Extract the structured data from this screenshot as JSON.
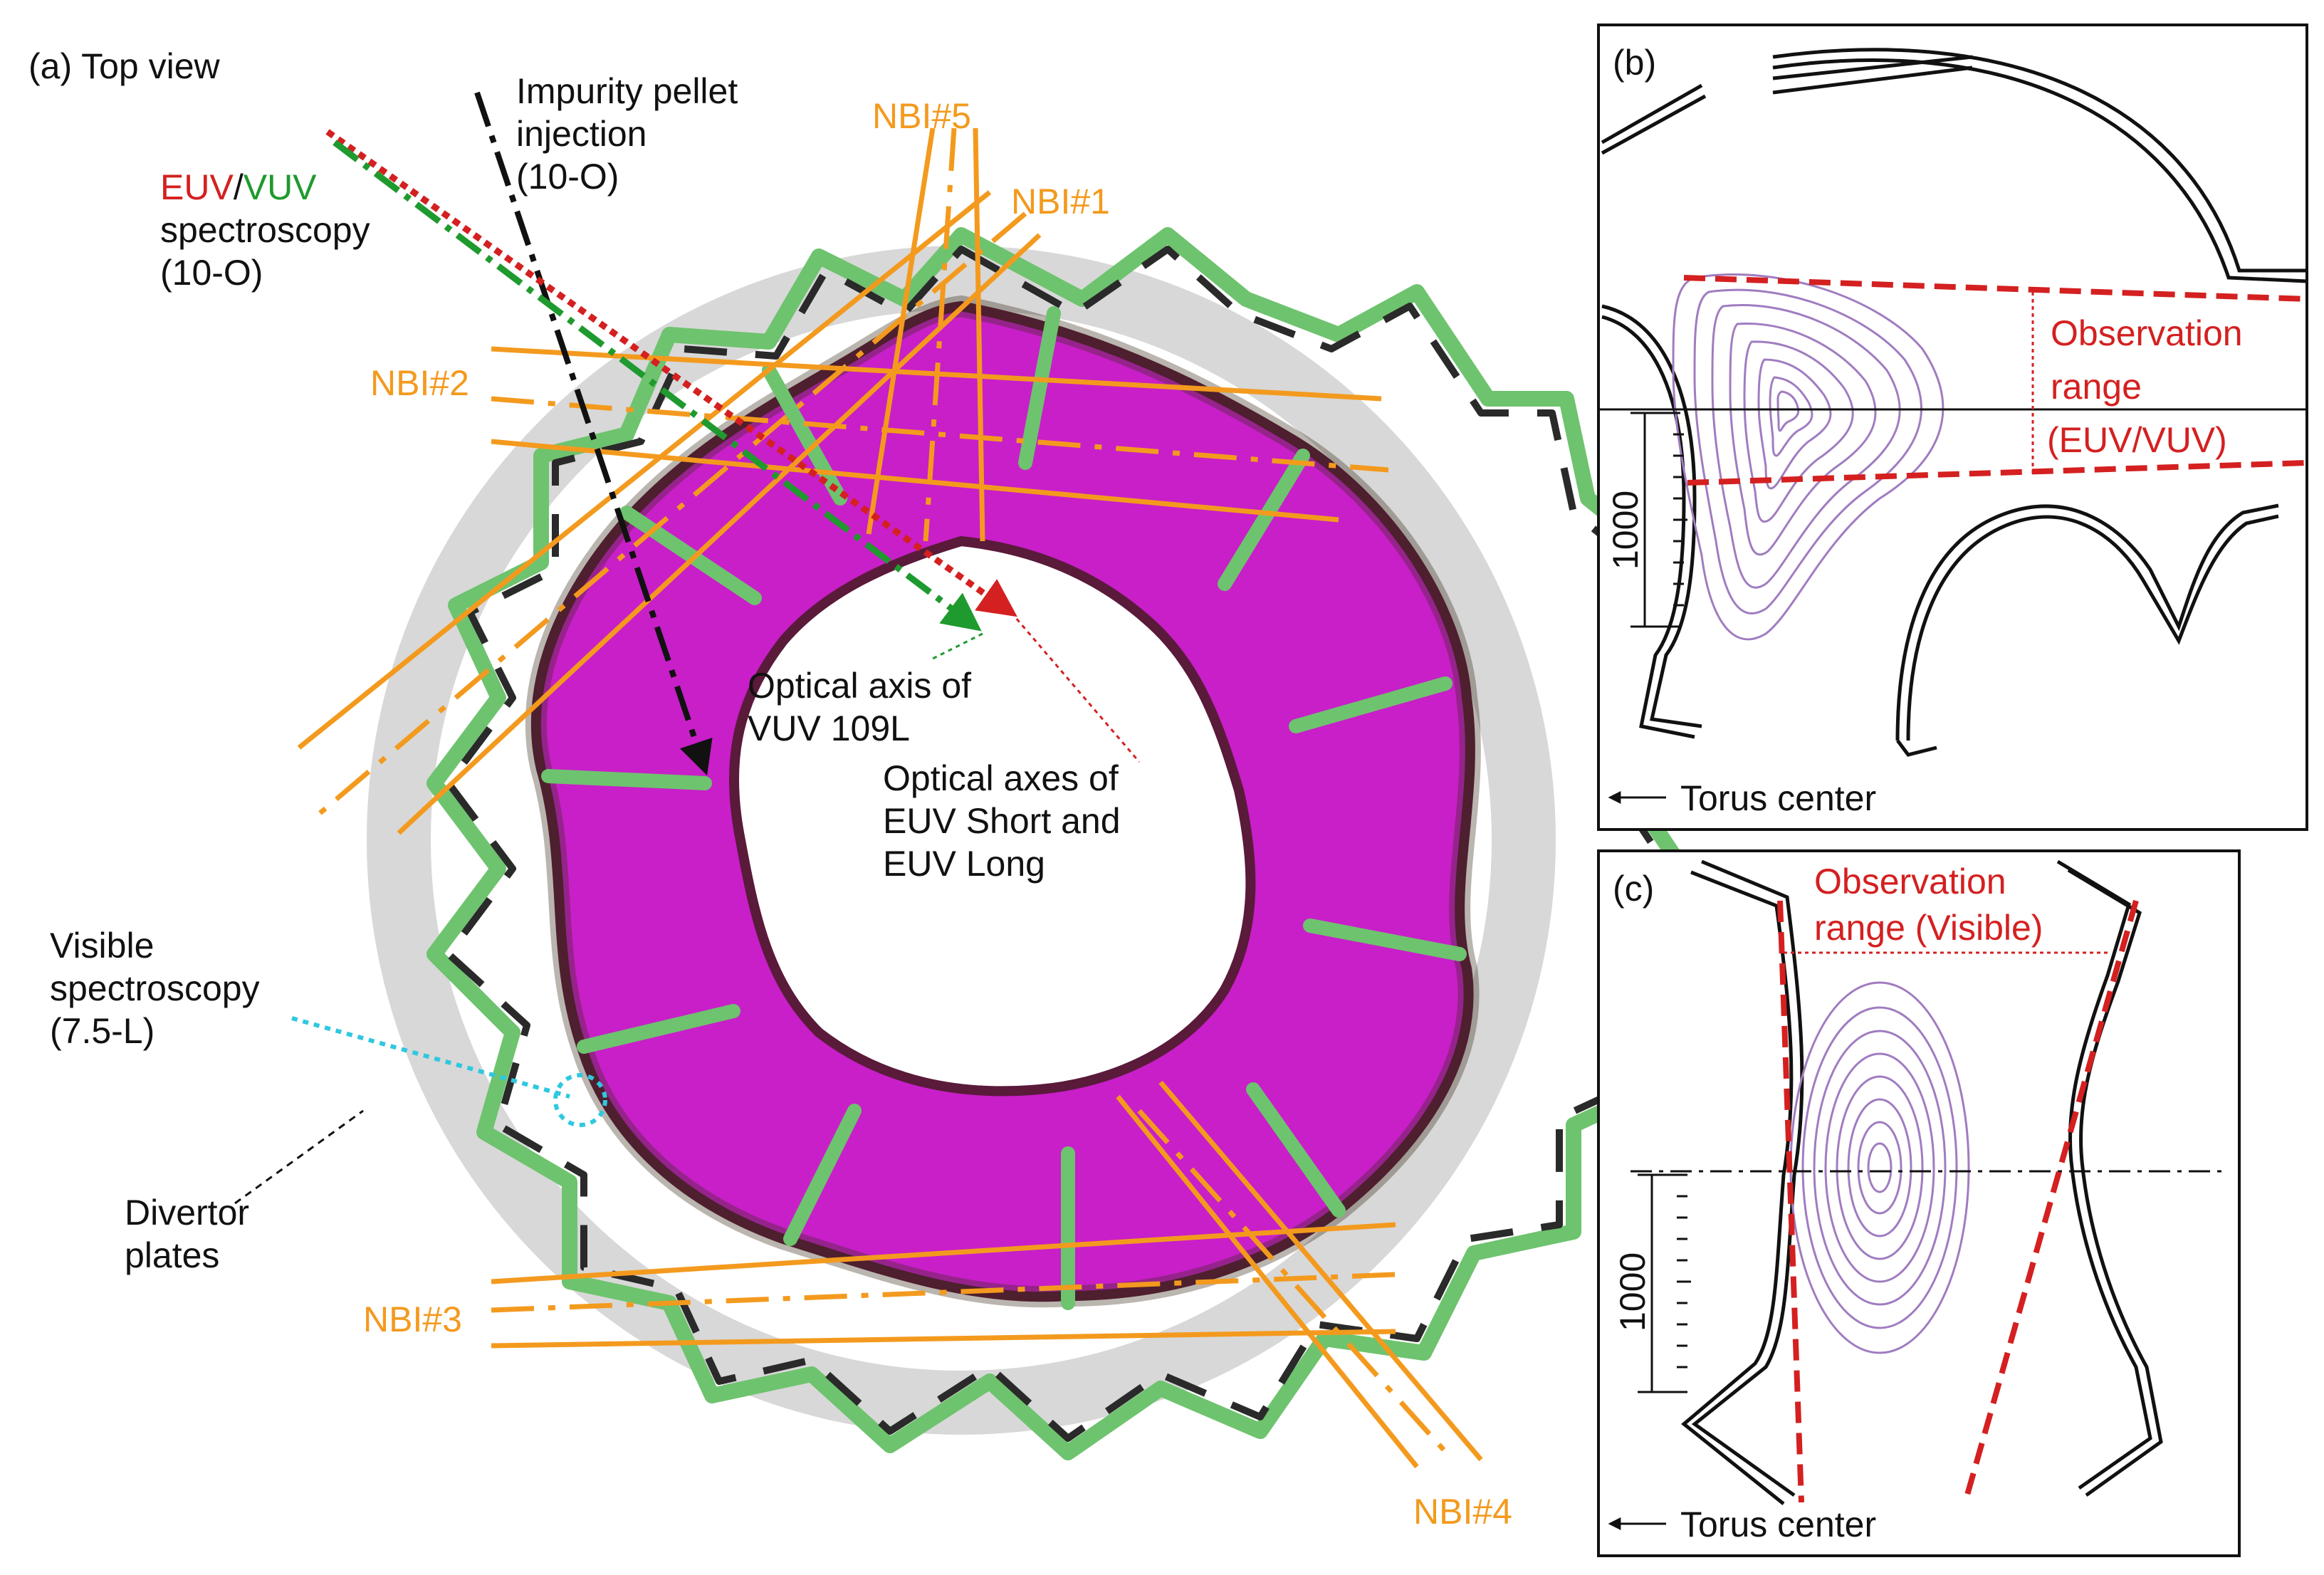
{
  "panel_a": {
    "title": "(a) Top view",
    "pellet": [
      "Impurity pellet",
      "injection",
      "(10-O)"
    ],
    "euv_label": "EUV",
    "slash": "/",
    "vuv_label": "VUV",
    "spectro": [
      "spectroscopy",
      "(10-O)"
    ],
    "nbi1": "NBI#1",
    "nbi2": "NBI#2",
    "nbi3": "NBI#3",
    "nbi4": "NBI#4",
    "nbi5": "NBI#5",
    "vuv_axis": [
      "Optical axis of",
      "VUV 109L"
    ],
    "euv_axes": [
      "Optical axes of",
      "EUV Short and",
      "EUV Long"
    ],
    "visible": [
      "Visible",
      "spectroscopy",
      "(7.5-L)"
    ],
    "divertor": [
      "Divertor",
      "plates"
    ]
  },
  "panel_b": {
    "title": "(b)",
    "obs": [
      "Observation",
      "range",
      "(EUV/VUV)"
    ],
    "scale": "1000",
    "torus": "Torus center"
  },
  "panel_c": {
    "title": "(c)",
    "obs": [
      "Observation",
      "range (Visible)"
    ],
    "scale": "1000",
    "torus": "Torus center"
  },
  "colors": {
    "orange": "#f39a1e",
    "red": "#d42020",
    "green": "#1f9a2e",
    "magenta": "#c81fc8",
    "purple": "#a07cc0",
    "cyan": "#2ec8e0"
  }
}
